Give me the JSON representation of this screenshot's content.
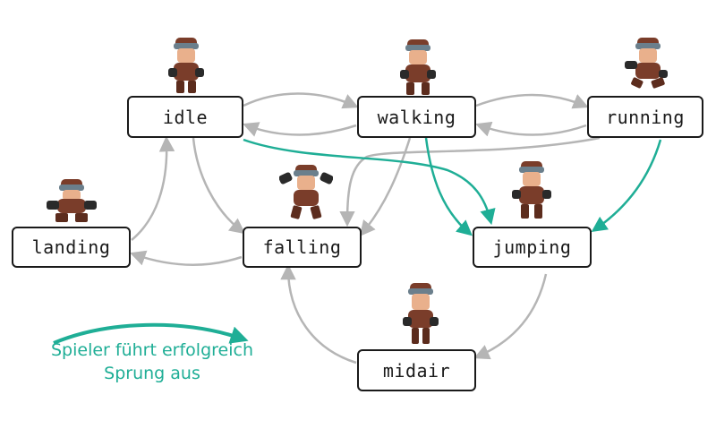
{
  "colors": {
    "default_edge": "#b5b5b5",
    "success_edge": "#1fae96",
    "node_border": "#1a1a1a",
    "legend_text": "#1fae96",
    "character_jacket": "#7a3d2a",
    "character_skin": "#e9b08c",
    "goggles": "#6b7f8c"
  },
  "states": {
    "idle": "idle",
    "walking": "walking",
    "running": "running",
    "landing": "landing",
    "falling": "falling",
    "jumping": "jumping",
    "midair": "midair"
  },
  "legend": {
    "text": "Spieler führt erfolgreich Sprung aus"
  },
  "transitions": [
    {
      "from": "idle",
      "to": "walking",
      "style": "default"
    },
    {
      "from": "walking",
      "to": "idle",
      "style": "default"
    },
    {
      "from": "walking",
      "to": "running",
      "style": "default"
    },
    {
      "from": "running",
      "to": "walking",
      "style": "default"
    },
    {
      "from": "idle",
      "to": "falling",
      "style": "default"
    },
    {
      "from": "landing",
      "to": "idle",
      "style": "default"
    },
    {
      "from": "falling",
      "to": "landing",
      "style": "default"
    },
    {
      "from": "walking",
      "to": "falling",
      "style": "default"
    },
    {
      "from": "running",
      "to": "falling",
      "style": "default"
    },
    {
      "from": "midair",
      "to": "falling",
      "style": "default"
    },
    {
      "from": "jumping",
      "to": "midair",
      "style": "default"
    },
    {
      "from": "idle",
      "to": "jumping",
      "style": "success"
    },
    {
      "from": "walking",
      "to": "jumping",
      "style": "success"
    },
    {
      "from": "running",
      "to": "jumping",
      "style": "success"
    }
  ],
  "character_icon": "aviator-character-icon"
}
